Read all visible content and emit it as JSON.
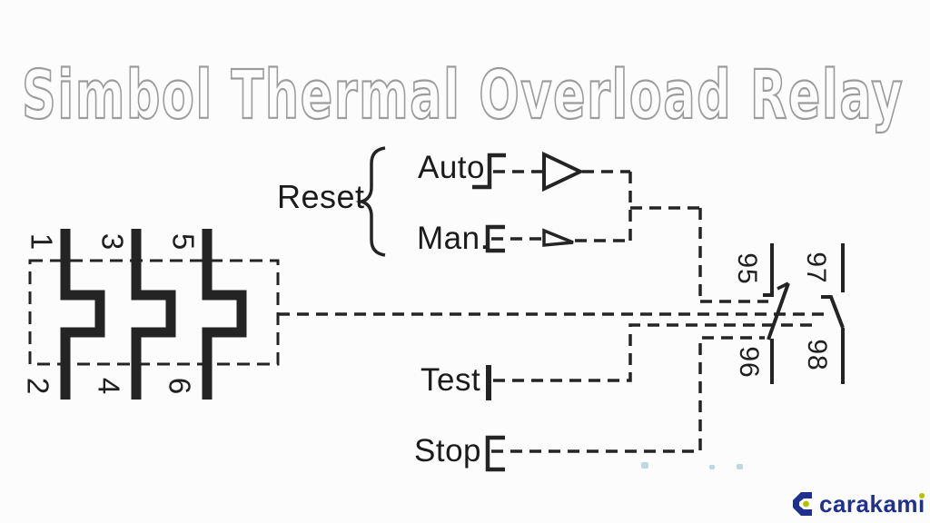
{
  "title": "Simbol Thermal Overload Relay",
  "reset": {
    "label": "Reset",
    "auto_label": "Auto",
    "man_label": "Man."
  },
  "buttons": {
    "test_label": "Test",
    "stop_label": "Stop"
  },
  "power_terminals": {
    "top": [
      "1",
      "3",
      "5"
    ],
    "bottom": [
      "2",
      "4",
      "6"
    ]
  },
  "contact_terminals": {
    "nc_top": "95",
    "nc_bottom": "96",
    "no_top": "97",
    "no_bottom": "98"
  },
  "logo": {
    "brand_prefix": "carakam",
    "brand_i": "i"
  },
  "colors": {
    "line": "#242424",
    "title_outline": "#9c9c9c",
    "logo_navy": "#20308e",
    "logo_olive": "#b5c100",
    "background": "#fcfcfc"
  }
}
